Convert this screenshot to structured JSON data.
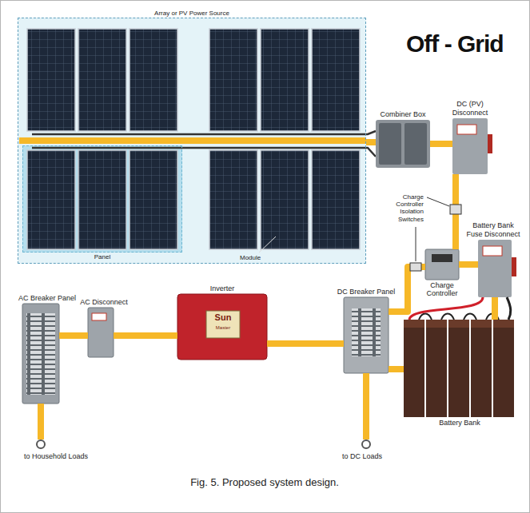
{
  "diagram": {
    "title": "Off - Grid",
    "caption": "Fig. 5. Proposed system design.",
    "nodes": [
      {
        "text": [
          "Array or PV Power Source"
        ]
      },
      {
        "text": [
          "Panel"
        ],
        "in": 0
      },
      {
        "text": [
          "Combiner Box"
        ]
      },
      {
        "text": [
          "DC (PV) Disconnect"
        ]
      },
      {
        "text": [
          "Battery Bank Fuse Disconnect"
        ]
      },
      {
        "text": [
          "Charge Controller"
        ]
      },
      {
        "text": [
          "AC Breaker Panel"
        ]
      },
      {
        "text": [
          "AC Disconnect"
        ]
      },
      {
        "text": [
          "Inverter"
        ]
      },
      {
        "text": [
          "DC Breaker Panel"
        ]
      },
      {
        "text": [
          "Battery Bank"
        ]
      }
    ],
    "edges": [
      {
        "from": 0,
        "to": 2,
        "arrow": "none"
      },
      {
        "from": 2,
        "to": 3,
        "arrow": "none"
      },
      {
        "from": 3,
        "to": 5,
        "arrow": "none"
      },
      {
        "from": 5,
        "to": 4,
        "arrow": "none"
      },
      {
        "from": 4,
        "to": 10,
        "arrow": "none"
      },
      {
        "from": 5,
        "to": 9,
        "arrow": "none"
      },
      {
        "from": 10,
        "to": 9,
        "arrow": "none"
      },
      {
        "from": 9,
        "to": 8,
        "arrow": "none"
      },
      {
        "from": 8,
        "to": 7,
        "arrow": "none"
      },
      {
        "from": 7,
        "to": 6,
        "arrow": "none"
      }
    ],
    "labels": [
      "Module",
      "Charge Controller Isolation Switches",
      "Sun",
      "Master",
      "to Household Loads",
      "to DC Loads"
    ]
  }
}
